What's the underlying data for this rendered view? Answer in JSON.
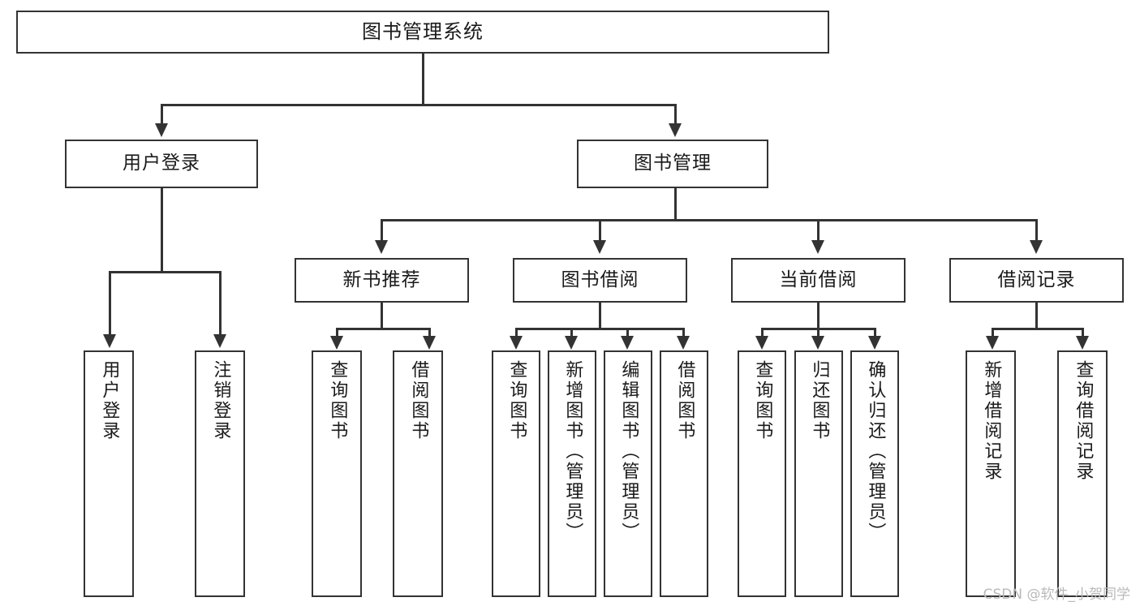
{
  "diagram": {
    "type": "tree",
    "title": "图书管理系统",
    "orientation": "top-down",
    "colors": {
      "box_border": "#333333",
      "box_fill": "#ffffff",
      "connector": "#333333",
      "text": "#1a1a1a",
      "watermark": "#b9b9b9",
      "background": "#ffffff"
    },
    "root": {
      "label": "图书管理系统"
    },
    "level2": [
      {
        "label": "用户登录"
      },
      {
        "label": "图书管理"
      }
    ],
    "level3": [
      {
        "label": "新书推荐"
      },
      {
        "label": "图书借阅"
      },
      {
        "label": "当前借阅"
      },
      {
        "label": "借阅记录"
      }
    ],
    "leaves": {
      "user_login": [
        {
          "label": "用户登录"
        },
        {
          "label": "注销登录"
        }
      ],
      "new_book_recommend": [
        {
          "label": "查询图书"
        },
        {
          "label": "借阅图书"
        }
      ],
      "book_borrow": [
        {
          "label": "查询图书"
        },
        {
          "label": "新增图书（管理员）"
        },
        {
          "label": "编辑图书（管理员）"
        },
        {
          "label": "借阅图书"
        }
      ],
      "current_borrow": [
        {
          "label": "查询图书"
        },
        {
          "label": "归还图书"
        },
        {
          "label": "确认归还（管理员）"
        }
      ],
      "borrow_record": [
        {
          "label": "新增借阅记录"
        },
        {
          "label": "查询借阅记录"
        }
      ]
    }
  },
  "watermark": {
    "text": "CSDN @软件_小贺同学"
  }
}
